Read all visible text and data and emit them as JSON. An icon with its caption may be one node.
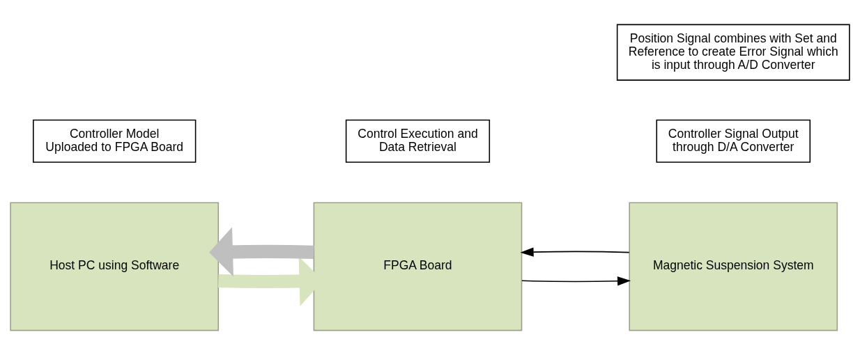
{
  "diagram": {
    "nodes": [
      {
        "text": [
          "Host PC using Software"
        ]
      },
      {
        "text": [
          "FPGA Board"
        ]
      },
      {
        "text": [
          "Magnetic Suspension System"
        ]
      },
      {
        "text": [
          "Control Execution and Data Retrieval"
        ]
      },
      {
        "text": [
          "Controller Model Uploaded to FPGA Board"
        ]
      },
      {
        "text": [
          "Controller Signal Output through D/A Converter"
        ]
      },
      {
        "text": [
          "Position Signal combines with Set and Reference to create Error Signal which is input through A/D Converter"
        ]
      }
    ],
    "edges": [
      {
        "from": 1,
        "to": 0,
        "arrow": "to",
        "style": "thick",
        "color": "#bfbfbf"
      },
      {
        "from": 0,
        "to": 1,
        "arrow": "to",
        "style": "thick",
        "color": "#d7e4bd"
      },
      {
        "from": 1,
        "to": 2,
        "arrow": "to"
      },
      {
        "from": 2,
        "to": 1,
        "arrow": "to"
      }
    ]
  }
}
